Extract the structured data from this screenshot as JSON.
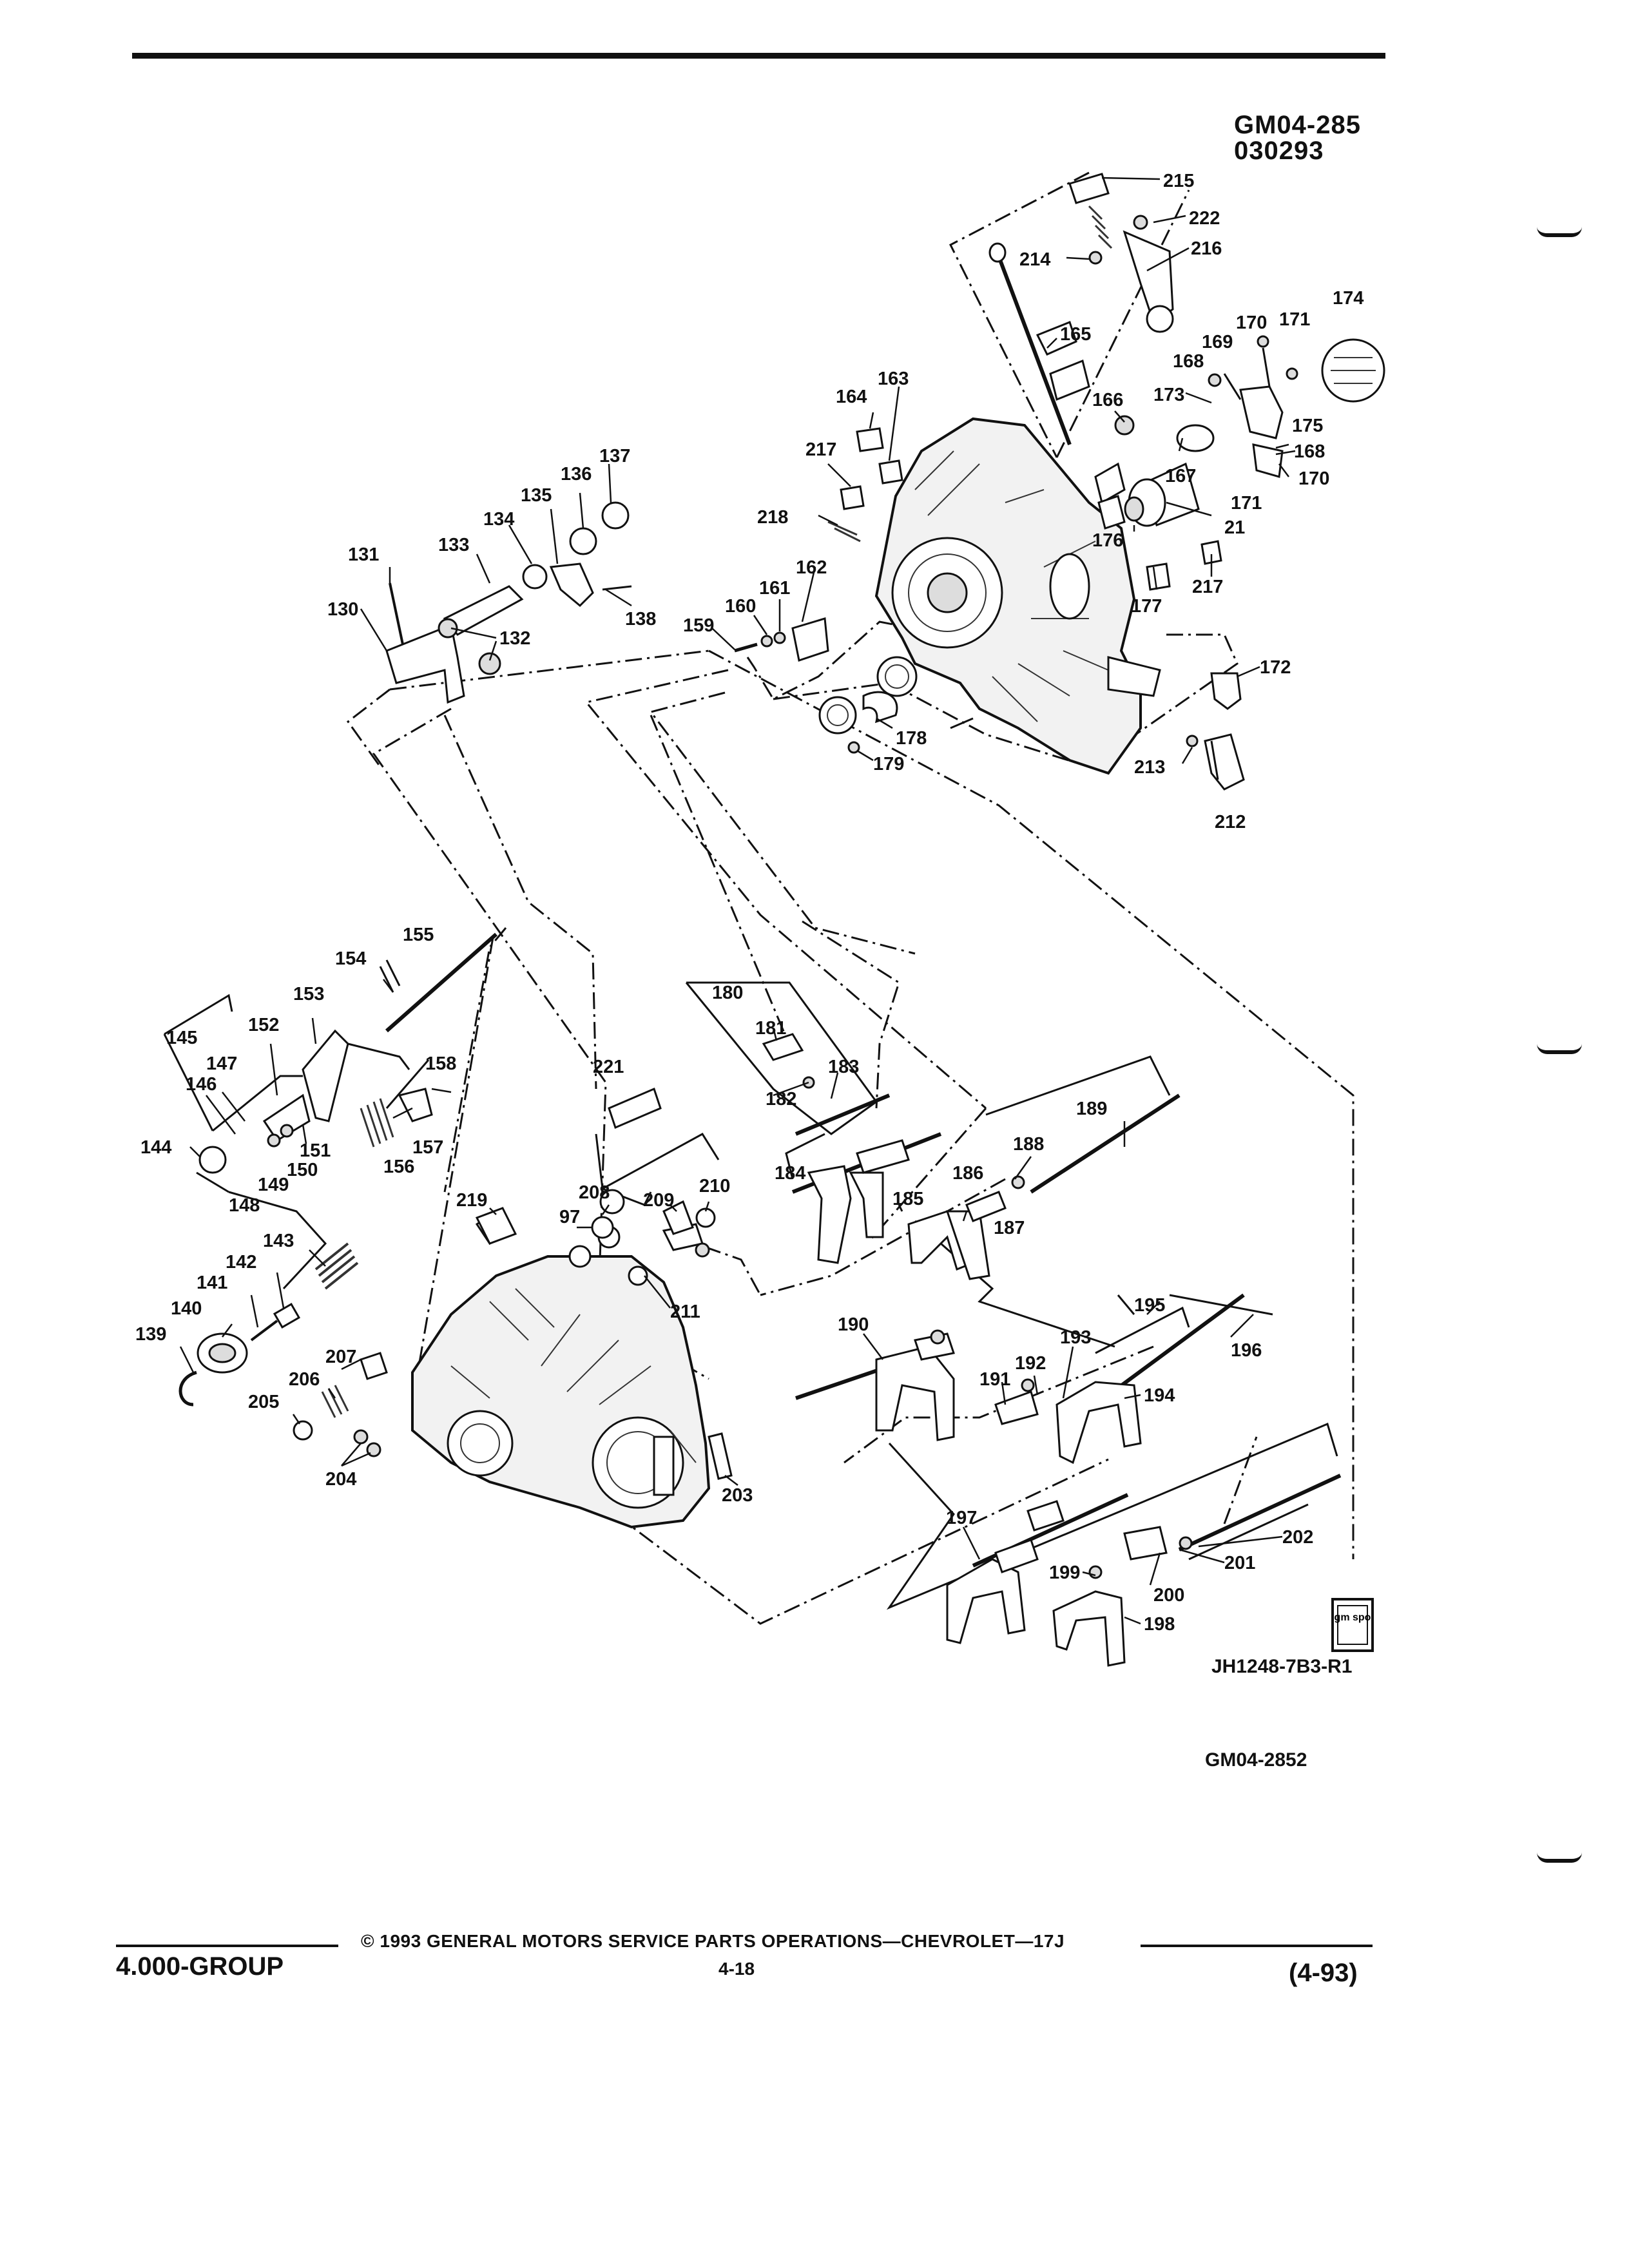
{
  "header": {
    "diagram_id": "GM04-285",
    "date_code": "030293"
  },
  "labels": {
    "l215": "215",
    "l222": "222",
    "l214": "214",
    "l216": "216",
    "l174": "174",
    "l170a": "170",
    "l171a": "171",
    "l169": "169",
    "l168a": "168",
    "l165": "165",
    "l166": "166",
    "l173": "173",
    "l175": "175",
    "l168b": "168",
    "l170b": "170",
    "l171b": "171",
    "l167": "167",
    "l21": "21",
    "l176": "176",
    "l217a": "217",
    "l217b": "217",
    "l177": "177",
    "l164": "164",
    "l163": "163",
    "l218": "218",
    "l137": "137",
    "l136": "136",
    "l135": "135",
    "l134": "134",
    "l133": "133",
    "l131": "131",
    "l130": "130",
    "l132": "132",
    "l138": "138",
    "l162": "162",
    "l161": "161",
    "l160": "160",
    "l159": "159",
    "l172": "172",
    "l178": "178",
    "l179": "179",
    "l213": "213",
    "l212": "212",
    "l155": "155",
    "l154": "154",
    "l153": "153",
    "l152": "152",
    "l145": "145",
    "l147": "147",
    "l146": "146",
    "l144": "144",
    "l151": "151",
    "l150": "150",
    "l149": "149",
    "l148": "148",
    "l156": "156",
    "l157": "157",
    "l158": "158",
    "l180": "180",
    "l181": "181",
    "l183": "183",
    "l182": "182",
    "l221": "221",
    "l189": "189",
    "l188": "188",
    "l186": "186",
    "l184": "184",
    "l185": "185",
    "l187": "187",
    "l208": "208",
    "l209": "209",
    "l210": "210",
    "l97": "97",
    "l219": "219",
    "l211": "211",
    "l143": "143",
    "l142": "142",
    "l141": "141",
    "l140": "140",
    "l139": "139",
    "l207": "207",
    "l206": "206",
    "l205": "205",
    "l204": "204",
    "l203": "203",
    "l190": "190",
    "l195": "195",
    "l196": "196",
    "l193": "193",
    "l192": "192",
    "l191": "191",
    "l194": "194",
    "l197": "197",
    "l202": "202",
    "l201": "201",
    "l199": "199",
    "l200": "200",
    "l198": "198"
  },
  "logo_text": "gm spo",
  "figure_ref": "JH1248-7B3-R1",
  "figure_number": "GM04-2852",
  "footer": {
    "copyright": "© 1993 GENERAL MOTORS SERVICE PARTS OPERATIONS—CHEVROLET—17J",
    "group": "4.000-GROUP",
    "page": "4-18",
    "revision": "(4-93)"
  }
}
